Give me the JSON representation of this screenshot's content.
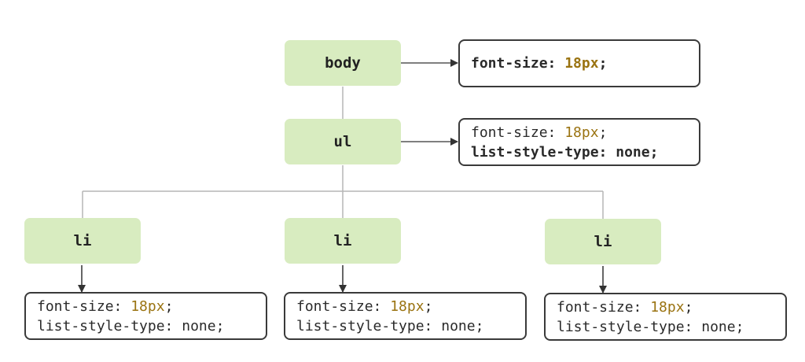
{
  "diagram": {
    "nodes": {
      "body": "body",
      "ul": "ul",
      "li_1": "li",
      "li_2": "li",
      "li_3": "li"
    },
    "rules": {
      "body": {
        "font_size_prop": "font-size: ",
        "font_size_value": "18px",
        "semicolon": ";"
      },
      "ul": {
        "font_size_prop": "font-size: ",
        "font_size_value": "18px",
        "semicolon": ";",
        "list_style": "list-style-type: none;"
      },
      "li_1": {
        "font_size_prop": "font-size: ",
        "font_size_value": "18px",
        "semicolon": ";",
        "list_style": "list-style-type: none;"
      },
      "li_2": {
        "font_size_prop": "font-size: ",
        "font_size_value": "18px",
        "semicolon": ";",
        "list_style": "list-style-type: none;"
      },
      "li_3": {
        "font_size_prop": "font-size: ",
        "font_size_value": "18px",
        "semicolon": ";",
        "list_style": "list-style-type: none;"
      }
    },
    "colors": {
      "node_fill": "#d8ecc0",
      "value_highlight": "#9a7311",
      "connector": "#b5b5b5",
      "arrow": "#333333"
    }
  }
}
